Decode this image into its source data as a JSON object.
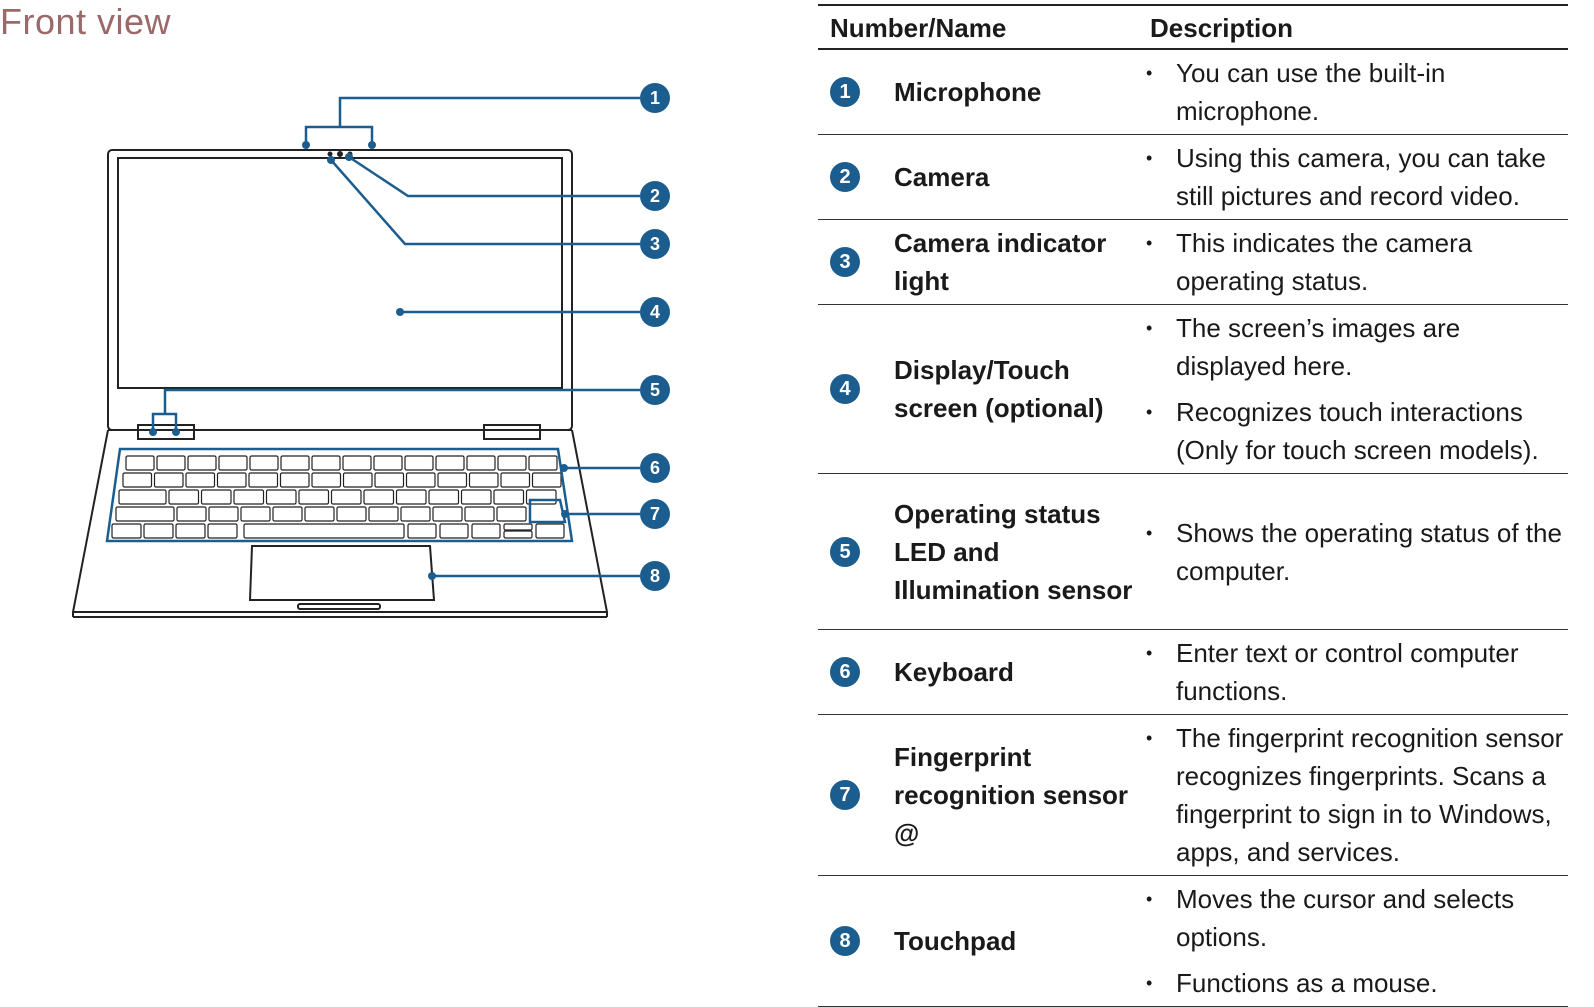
{
  "page": {
    "title": "Front view"
  },
  "table": {
    "headers": {
      "number_name": "Number/Name",
      "description": "Description"
    },
    "rows": [
      {
        "num": "1",
        "name": "Microphone",
        "desc": [
          "You can use the built-in microphone."
        ]
      },
      {
        "num": "2",
        "name": "Camera",
        "desc": [
          "Using this camera, you can take still pictures and record video."
        ]
      },
      {
        "num": "3",
        "name": "Camera indicator light",
        "desc": [
          "This indicates the camera operating status."
        ]
      },
      {
        "num": "4",
        "name": "Display/Touch screen (optional)",
        "desc": [
          "The screen’s images are displayed here.",
          "Recognizes touch interactions (Only for touch screen models)."
        ]
      },
      {
        "num": "5",
        "name": "Operating status LED and Illumination sensor",
        "desc": [
          "Shows the operating status of the computer."
        ]
      },
      {
        "num": "6",
        "name": "Keyboard",
        "desc": [
          "Enter text or control computer functions."
        ]
      },
      {
        "num": "7",
        "name": "Fingerprint recognition sensor",
        "name_icon": "@",
        "desc": [
          "The fingerprint recognition sensor recognizes fingerprints. Scans a fingerprint to sign in to Windows, apps, and services."
        ]
      },
      {
        "num": "8",
        "name": "Touchpad",
        "desc": [
          "Moves the cursor and selects options.",
          "Functions as a mouse."
        ]
      }
    ]
  },
  "diagram": {
    "callouts": [
      "1",
      "2",
      "3",
      "4",
      "5",
      "6",
      "7",
      "8"
    ],
    "colors": {
      "callout_fill": "#1b5d8e",
      "line": "#1b5d8e",
      "outline": "#222222",
      "title": "#9a6a6a"
    }
  }
}
